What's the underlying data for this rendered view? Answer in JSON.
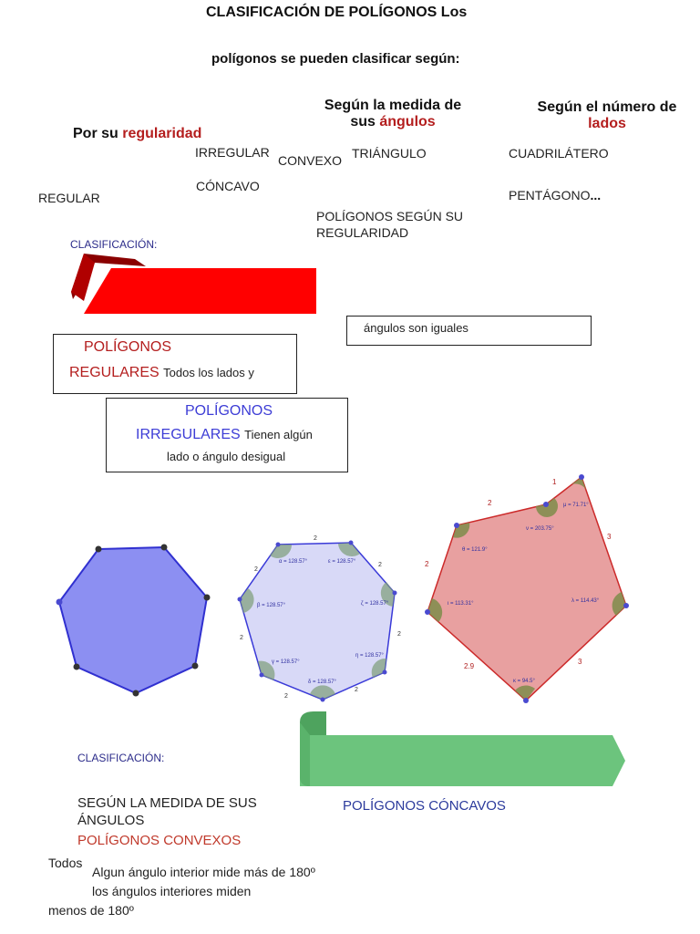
{
  "title": {
    "line1": "CLASIFICACIÓN DE POLÍGONOS Los",
    "line2": "polígonos se pueden clasificar según:"
  },
  "categories": {
    "regularity_prefix": "Por su",
    "regularity_highlight": "regularidad",
    "angles_line1": "Según la medida de",
    "angles_prefix": "sus",
    "angles_highlight": "ángulos",
    "sides_line1": "Según el número de",
    "sides_highlight": "lados"
  },
  "terms": {
    "irregular": "IRREGULAR",
    "convexo": "CONVEXO",
    "triangulo": "TRIÁNGULO",
    "cuadrilatero": "CUADRILÁTERO",
    "concavo": "CÓNCAVO",
    "regular": "REGULAR",
    "pentagono": "PENTÁGONO",
    "ellipsis": "...",
    "poligonos_regularidad_1": "POLÍGONOS SEGÚN SU",
    "poligonos_regularidad_2": "REGULARIDAD"
  },
  "clasificacion_label_1": "CLASIFICACIÓN:",
  "boxes": {
    "angulos_iguales": "ángulos son iguales",
    "regulares_title_1": "POLÍGONOS",
    "regulares_title_2": "REGULARES",
    "regulares_text": "Todos los lados y",
    "irregulares_title_1": "POLÍGONOS",
    "irregulares_title_2": "IRREGULARES",
    "irregulares_text_1": "Tienen algún",
    "irregulares_text_2": "lado o ángulo desigual"
  },
  "figure_labels": {
    "heptagon_sides": [
      "2",
      "2",
      "2",
      "2",
      "2",
      "2",
      "2"
    ],
    "heptagon_angles": [
      "α = 128.57°",
      "ε = 128.57°",
      "β = 128.57°",
      "ζ = 128.57°",
      "γ = 128.57°",
      "η = 128.57°",
      "δ = 128.57°"
    ],
    "pentagon_sides": [
      "1",
      "2",
      "3",
      "2",
      "3",
      "2.9"
    ],
    "pentagon_angles": [
      "μ = 71.71°",
      "ν = 203.75°",
      "θ = 121.9°",
      "ι = 113.31°",
      "λ = 114.43°",
      "κ = 94.5°"
    ]
  },
  "clasificacion_label_2": "CLASIFICACIÓN:",
  "angles_section": {
    "heading_1": "SEGÚN LA MEDIDA DE SUS",
    "heading_2": "ÁNGULOS",
    "convexos_title": "POLÍGONOS CONVEXOS",
    "concavos_title": "POLÍGONOS CÓNCAVOS",
    "todos": "Todos",
    "concavo_text": "Algun ángulo interior mide más de 180º",
    "convexo_text_1": "los ángulos interiores miden",
    "convexo_text_2": "menos de 180º"
  },
  "colors": {
    "accent_red": "#b41e1e",
    "banner_red": "#ff0000",
    "banner_green": "#6cc47d",
    "heading_blue": "#3d3dd6",
    "label_navy": "#2b2b8a"
  }
}
